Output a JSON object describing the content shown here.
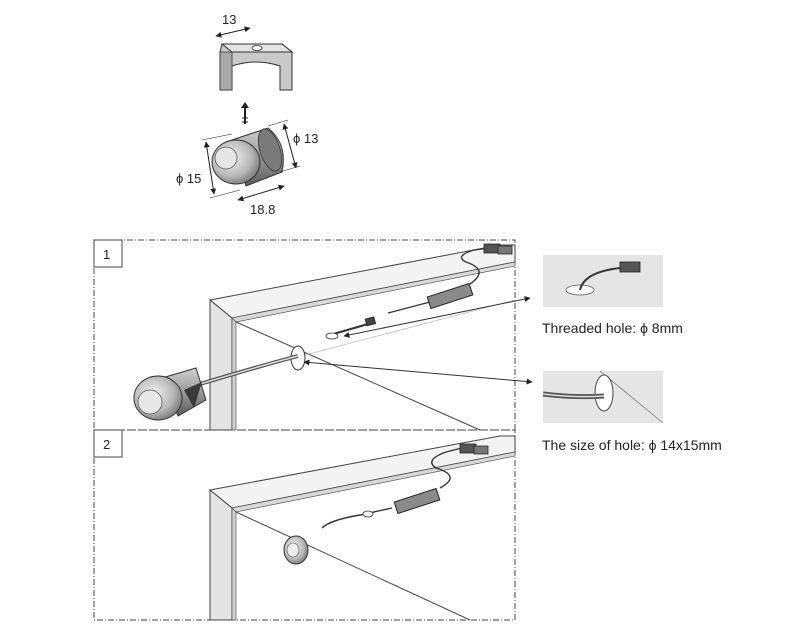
{
  "dimensions": {
    "clip_width": "13",
    "diameter_small": "ϕ 13",
    "diameter_large": "ϕ 15",
    "length": "18.8"
  },
  "steps": [
    {
      "number": "1"
    },
    {
      "number": "2"
    }
  ],
  "callouts": {
    "threaded_hole": "Threaded hole: ϕ 8mm",
    "hole_size": "The size of hole: ϕ 14x15mm"
  }
}
